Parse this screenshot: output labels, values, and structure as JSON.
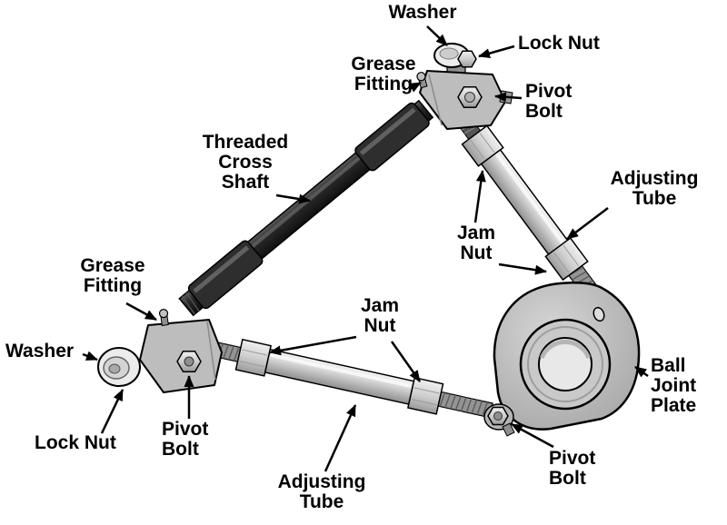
{
  "diagram": {
    "name": "upper-control-arm-parts-diagram",
    "colors": {
      "background": "#ffffff",
      "ink": "#000000",
      "cross_shaft": "#2b2b2b",
      "adjusting_tube": "#d9d9d9",
      "plate": "#ababab",
      "nut": "#cfcfcf"
    },
    "labels": {
      "washer_top": "Washer",
      "lock_nut_top": "Lock Nut",
      "grease_fitting_top": "Grease\nFitting",
      "pivot_bolt_top": "Pivot\nBolt",
      "threaded_cross_shaft": "Threaded\nCross\nShaft",
      "adjusting_tube_upper": "Adjusting\nTube",
      "jam_nut_upper": "Jam\nNut",
      "grease_fitting_left": "Grease\nFitting",
      "washer_left": "Washer",
      "jam_nut_lower": "Jam\nNut",
      "lock_nut_left": "Lock Nut",
      "pivot_bolt_left": "Pivot\nBolt",
      "adjusting_tube_lower": "Adjusting\nTube",
      "pivot_bolt_right": "Pivot\nBolt",
      "ball_joint_plate": "Ball\nJoint\nPlate"
    }
  }
}
